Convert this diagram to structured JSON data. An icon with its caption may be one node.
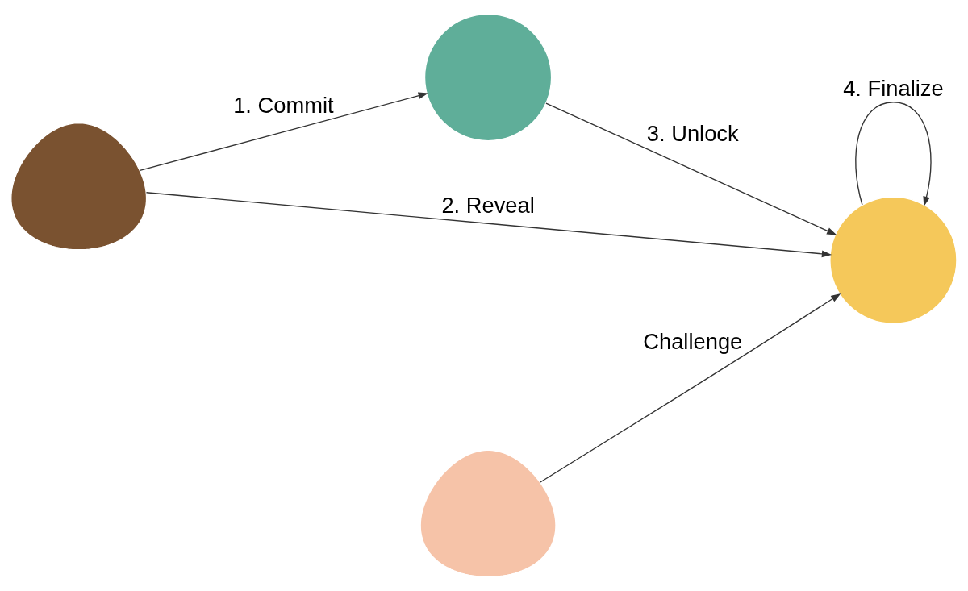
{
  "diagram": {
    "nodes": [
      {
        "text": [],
        "shape": "person"
      },
      {
        "text": [],
        "shape": "circle"
      },
      {
        "text": [],
        "shape": "person"
      },
      {
        "text": [],
        "shape": "circle"
      }
    ],
    "edges": [
      {
        "from": 0,
        "to": 1,
        "arrow": "to",
        "label": "1. Commit"
      },
      {
        "from": 0,
        "to": 3,
        "arrow": "to",
        "label": "2. Reveal"
      },
      {
        "from": 1,
        "to": 3,
        "arrow": "to",
        "label": "3. Unlock"
      },
      {
        "from": 2,
        "to": 3,
        "arrow": "to",
        "label": "Challenge"
      },
      {
        "from": 3,
        "to": 3,
        "arrow": "to",
        "label": "4. Finalize"
      }
    ]
  }
}
